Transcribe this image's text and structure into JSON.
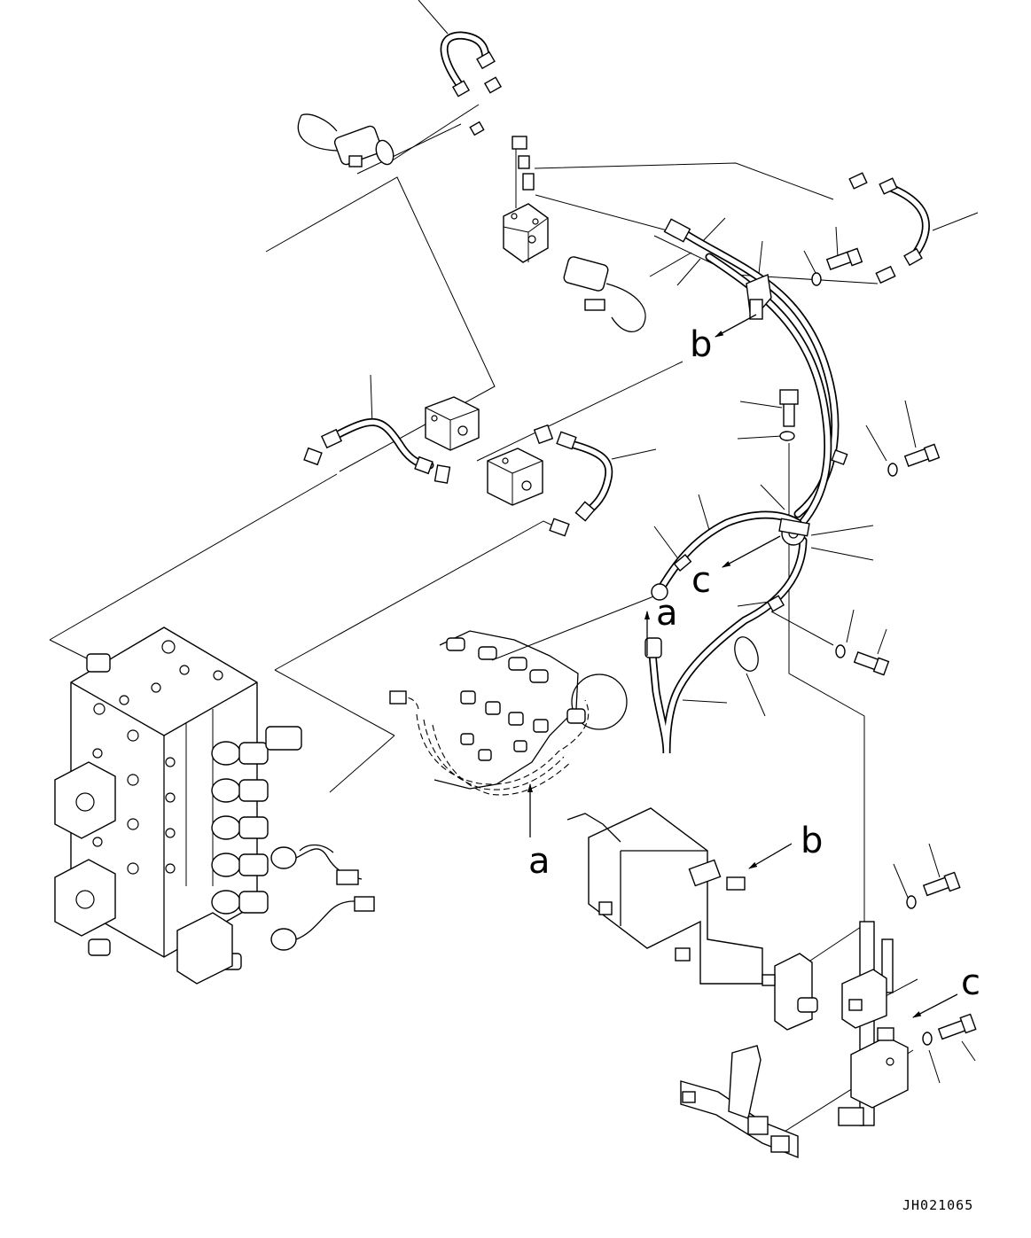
{
  "drawing": {
    "code": "JH021065",
    "refs": {
      "a_upper": "a",
      "a_lower": "a",
      "b_upper": "b",
      "b_lower": "b",
      "c_upper": "c",
      "c_lower": "c"
    }
  },
  "colors": {
    "ink": "#000000",
    "paper": "#ffffff"
  }
}
